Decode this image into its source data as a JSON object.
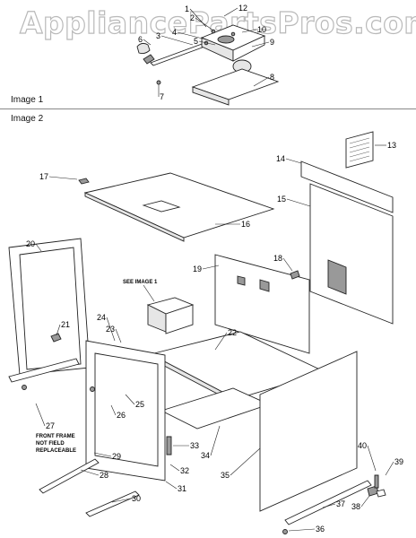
{
  "watermark": "AppliancePartsPros.com",
  "image1": {
    "label": "Image 1",
    "callouts": [
      "1",
      "2",
      "3",
      "4",
      "5",
      "6",
      "7",
      "8",
      "9",
      "10",
      "12"
    ]
  },
  "image2": {
    "label": "Image 2",
    "see_image_note": "SEE IMAGE 1",
    "front_frame_note": [
      "FRONT FRAME",
      "NOT FIELD",
      "REPLACEABLE"
    ],
    "callouts": [
      "13",
      "14",
      "15",
      "16",
      "17",
      "18",
      "19",
      "20",
      "21",
      "22",
      "23",
      "24",
      "25",
      "26",
      "27",
      "28",
      "29",
      "30",
      "31",
      "32",
      "33",
      "34",
      "35",
      "36",
      "37",
      "38",
      "39",
      "40"
    ]
  }
}
